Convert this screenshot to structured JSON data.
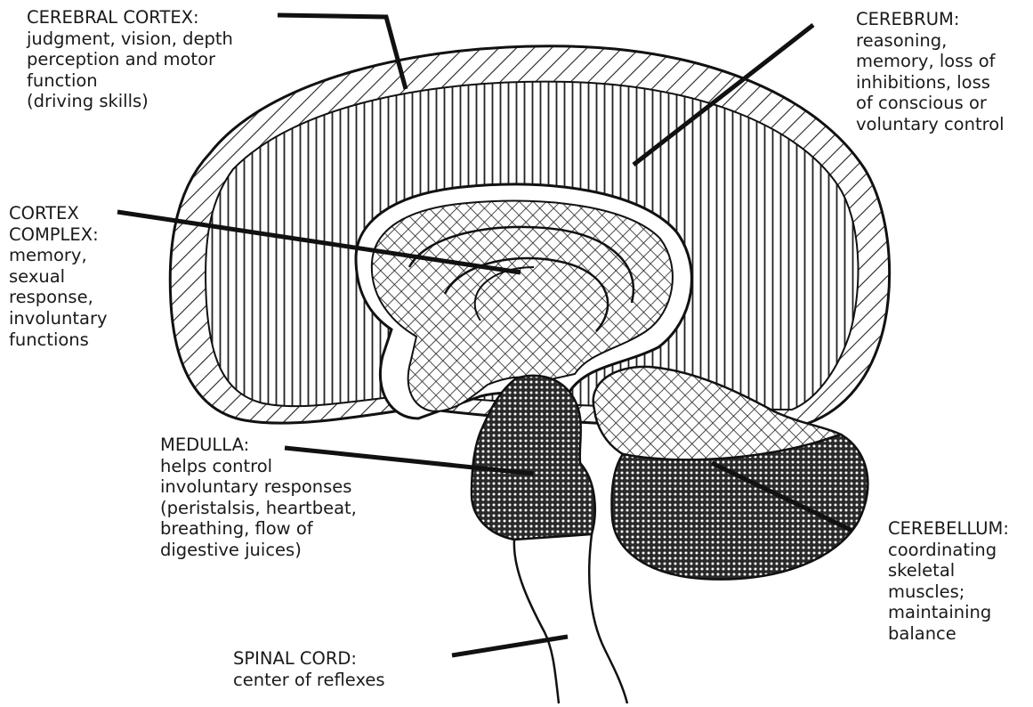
{
  "labels": {
    "cerebral_cortex": {
      "title": "CEREBRAL CORTEX:",
      "description": "judgment, vision, depth\nperception and motor\nfunction\n(driving skills)"
    },
    "cerebrum": {
      "title": "CEREBRUM:",
      "description": "reasoning,\nmemory, loss of\ninhibitions, loss\nof conscious or\nvoluntary control"
    },
    "cortex_complex": {
      "title": "CORTEX\nCOMPLEX:",
      "description": "memory,\nsexual\nresponse,\ninvoluntary\nfunctions"
    },
    "medulla": {
      "title": "MEDULLA:",
      "description": "helps control\ninvoluntary responses\n(peristalsis, heartbeat,\nbreathing, flow of\ndigestive juices)"
    },
    "cerebellum": {
      "title": "CEREBELLUM:",
      "description": "coordinating\nskeletal\nmuscles;\nmaintaining\nbalance"
    },
    "spinal_cord": {
      "title": "SPINAL CORD:",
      "description": "center of reflexes"
    }
  }
}
